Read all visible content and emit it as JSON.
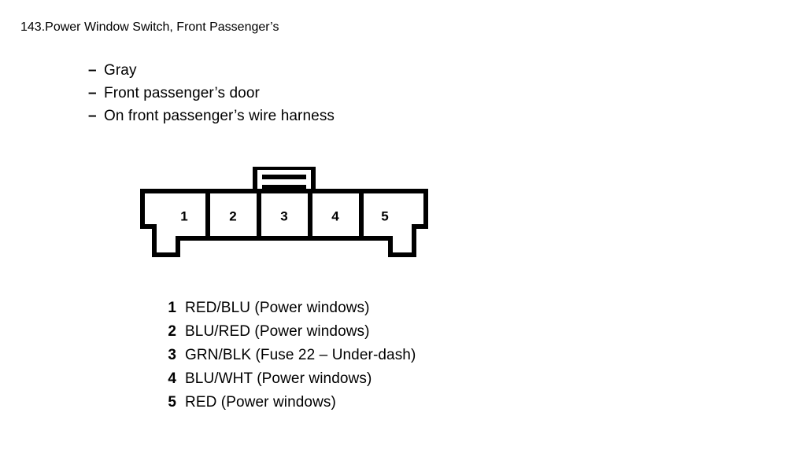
{
  "title": {
    "number": "143.",
    "text": "Power Window Switch, Front Passenger’s"
  },
  "specs": {
    "dash": "–",
    "items": [
      {
        "label": "Gray"
      },
      {
        "label": "Front passenger’s door"
      },
      {
        "label": "On front passenger’s wire harness"
      }
    ]
  },
  "connector": {
    "cavity_labels": [
      "1",
      "2",
      "3",
      "4",
      "5"
    ],
    "stroke_color": "#000000",
    "fill_color": "#ffffff"
  },
  "pin_legend": {
    "rows": [
      {
        "pin": "1",
        "desc": "RED/BLU (Power windows)"
      },
      {
        "pin": "2",
        "desc": "BLU/RED (Power windows)"
      },
      {
        "pin": "3",
        "desc": "GRN/BLK (Fuse 22 – Under-dash)"
      },
      {
        "pin": "4",
        "desc": "BLU/WHT (Power windows)"
      },
      {
        "pin": "5",
        "desc": "RED (Power windows)"
      }
    ]
  }
}
